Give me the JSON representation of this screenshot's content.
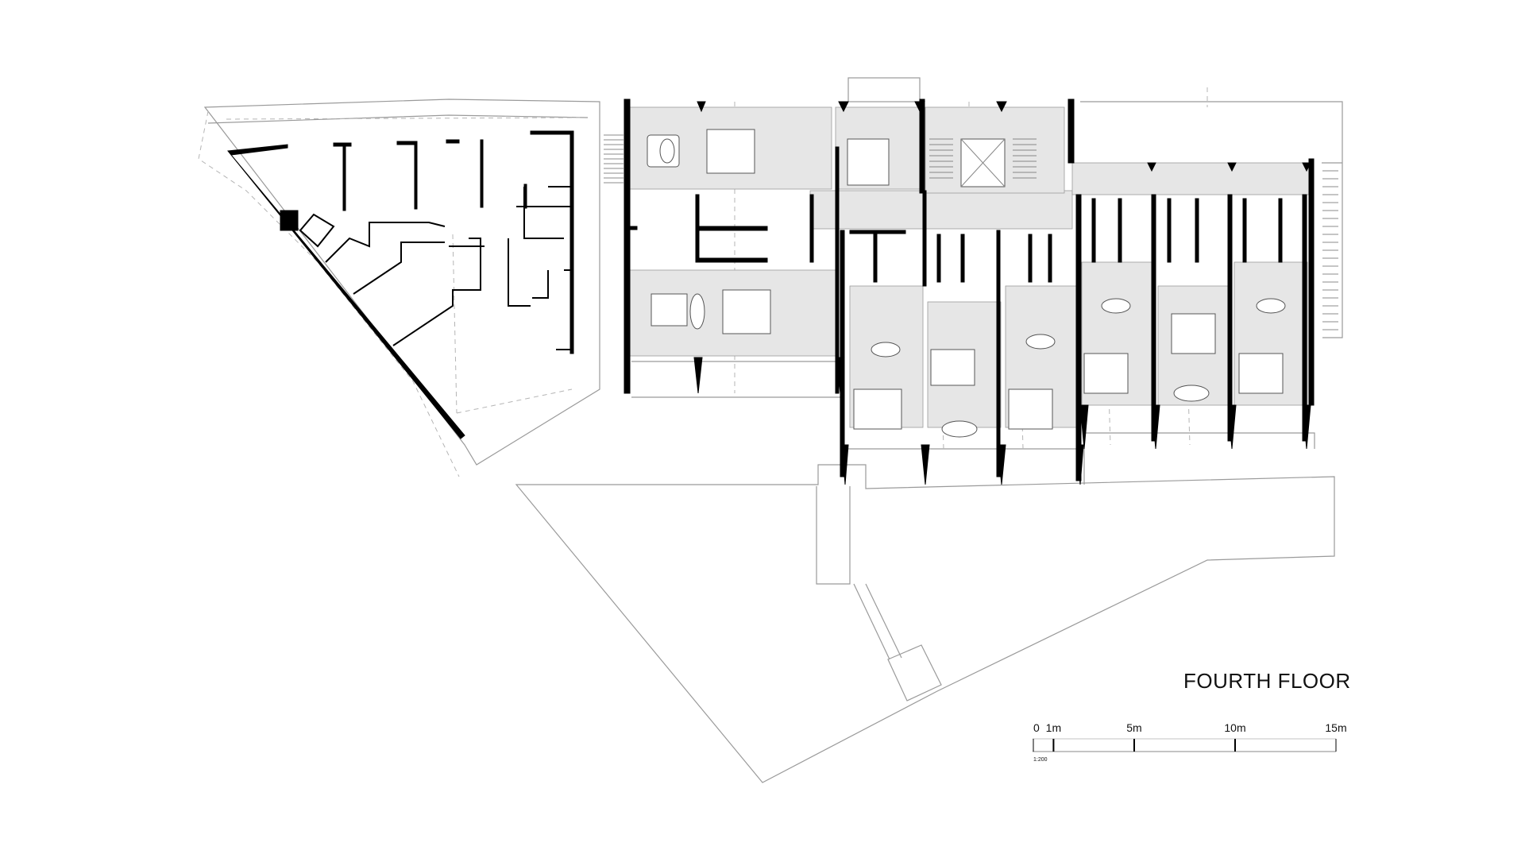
{
  "title": "FOURTH FLOOR",
  "scale_bar": {
    "ratio": "1:200",
    "ticks": [
      {
        "label": "0",
        "meters": 0
      },
      {
        "label": "1m",
        "meters": 1
      },
      {
        "label": "5m",
        "meters": 5
      },
      {
        "label": "10m",
        "meters": 10
      },
      {
        "label": "15m",
        "meters": 15
      }
    ]
  },
  "colors": {
    "wall": "#000000",
    "room_fill": "#e6e6e6",
    "outline": "#9a9a9a",
    "dashed": "#b5b5b5"
  }
}
